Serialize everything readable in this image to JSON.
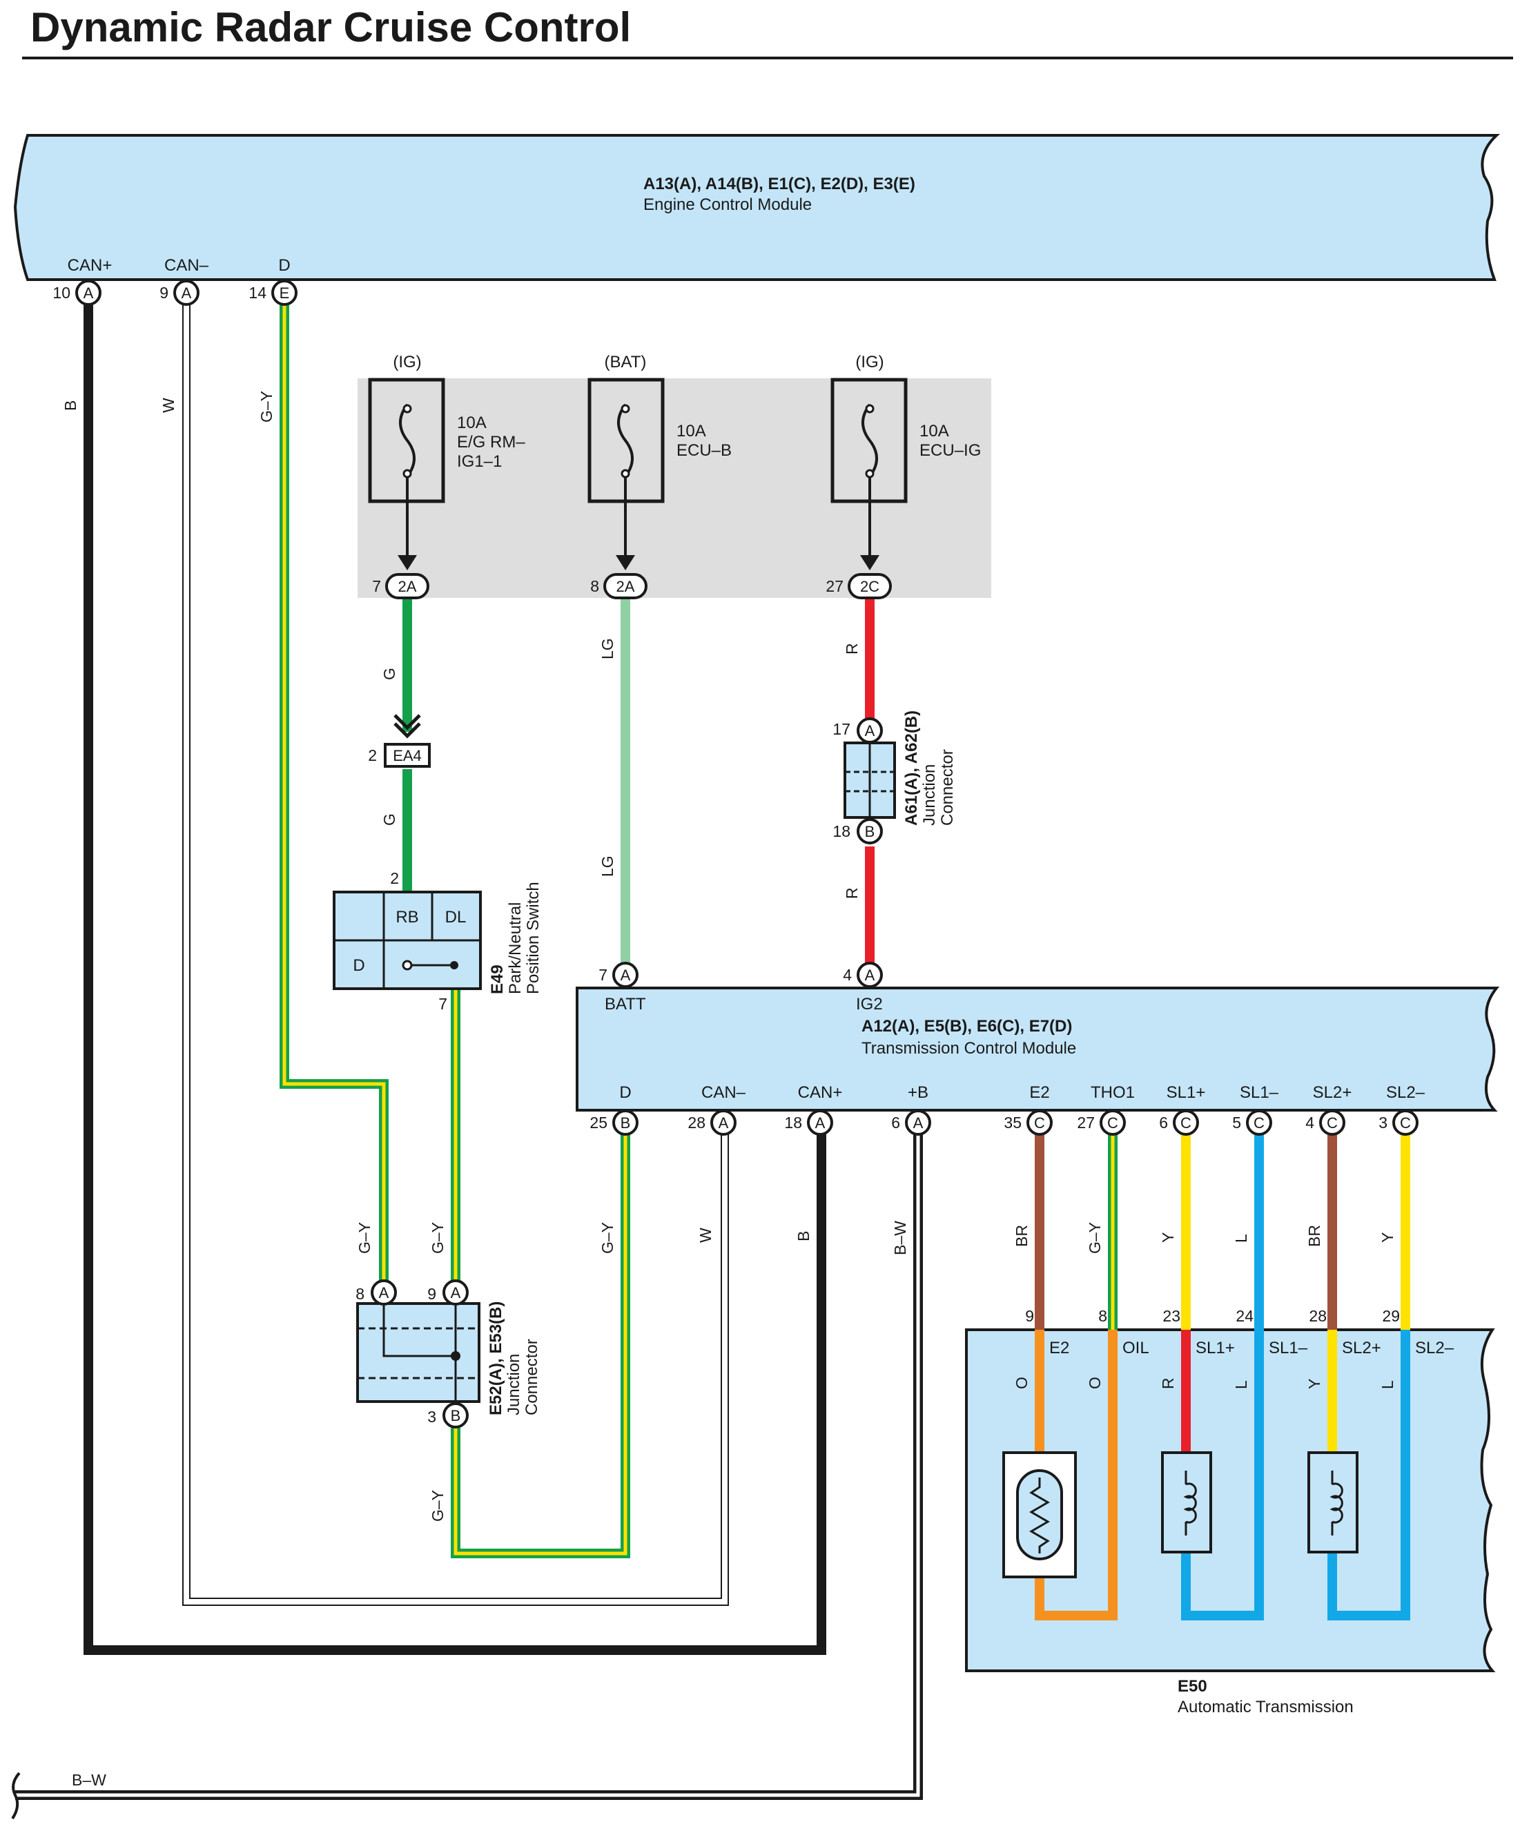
{
  "title": "Dynamic Radar Cruise Control",
  "modules": {
    "ecm": {
      "code": "A13(A), A14(B), E1(C), E2(D), E3(E)",
      "name": "Engine Control Module"
    },
    "tcm": {
      "code": "A12(A), E5(B), E6(C), E7(D)",
      "name": "Transmission Control Module"
    },
    "trans": {
      "code": "E50",
      "name": "Automatic Transmission"
    }
  },
  "ecm_pins": [
    {
      "signal": "CAN+",
      "num": "10",
      "conn": "A"
    },
    {
      "signal": "CAN–",
      "num": "9",
      "conn": "A"
    },
    {
      "signal": "D",
      "num": "14",
      "conn": "E"
    }
  ],
  "fuses": [
    {
      "supply": "(IG)",
      "rating": "10A",
      "name": [
        "E/G RM–",
        "IG1–1"
      ],
      "pin": "7",
      "conn": "2A"
    },
    {
      "supply": "(BAT)",
      "rating": "10A",
      "name": [
        "ECU–B"
      ],
      "pin": "8",
      "conn": "2A"
    },
    {
      "supply": "(IG)",
      "rating": "10A",
      "name": [
        "ECU–IG"
      ],
      "pin": "27",
      "conn": "2C"
    }
  ],
  "ea4": {
    "pin": "2",
    "code": "EA4"
  },
  "pnp_switch": {
    "code": "E49",
    "name": [
      "Park/Neutral",
      "Position Switch"
    ],
    "cells": [
      "RB",
      "DL",
      "D"
    ],
    "pin_top": "2",
    "pin_bottom": "7"
  },
  "jc_a61": {
    "code": "A61(A), A62(B)",
    "name": [
      "Junction",
      "Connector"
    ],
    "pin_a": "17",
    "conn_a": "A",
    "pin_b": "18",
    "conn_b": "B"
  },
  "jc_e52": {
    "code": "E52(A), E53(B)",
    "name": [
      "Junction",
      "Connector"
    ],
    "pins": [
      {
        "num": "8",
        "conn": "A"
      },
      {
        "num": "9",
        "conn": "A"
      },
      {
        "num": "3",
        "conn": "B"
      }
    ]
  },
  "tcm_top_pins": [
    {
      "signal": "BATT",
      "num": "7",
      "conn": "A"
    },
    {
      "signal": "IG2",
      "num": "4",
      "conn": "A"
    }
  ],
  "tcm_bottom_pins": [
    {
      "signal": "D",
      "num": "25",
      "conn": "B"
    },
    {
      "signal": "CAN–",
      "num": "28",
      "conn": "A"
    },
    {
      "signal": "CAN+",
      "num": "18",
      "conn": "A"
    },
    {
      "signal": "+B",
      "num": "6",
      "conn": "A"
    },
    {
      "signal": "E2",
      "num": "35",
      "conn": "C"
    },
    {
      "signal": "THO1",
      "num": "27",
      "conn": "C"
    },
    {
      "signal": "SL1+",
      "num": "6",
      "conn": "C"
    },
    {
      "signal": "SL1–",
      "num": "5",
      "conn": "C"
    },
    {
      "signal": "SL2+",
      "num": "4",
      "conn": "C"
    },
    {
      "signal": "SL2–",
      "num": "3",
      "conn": "C"
    }
  ],
  "trans_pins": [
    {
      "num": "9",
      "signal": "E2"
    },
    {
      "num": "8",
      "signal": "OIL"
    },
    {
      "num": "23",
      "signal": "SL1+"
    },
    {
      "num": "24",
      "signal": "SL1–"
    },
    {
      "num": "28",
      "signal": "SL2+"
    },
    {
      "num": "29",
      "signal": "SL2–"
    }
  ],
  "wire_labels": {
    "ecm_can_pos": "B",
    "ecm_can_neg": "W",
    "ecm_d": "G–Y",
    "fuse1_top": "G",
    "fuse1_mid": "G",
    "fuse2_top": "LG",
    "fuse2_mid": "LG",
    "fuse3_top": "R",
    "fuse3_mid": "R",
    "jc_in_left": "G–Y",
    "jc_in_right": "G–Y",
    "jc_out": "G–Y",
    "tcm_d": "G–Y",
    "tcm_can_neg": "W",
    "tcm_can_pos": "B",
    "tcm_plus_b": "B–W",
    "e2": "BR",
    "tho1": "G–Y",
    "sl1p": "Y",
    "sl1n": "L",
    "sl2p": "BR",
    "sl2n": "Y",
    "int_e2": "O",
    "int_oil": "O",
    "int_sl1p": "R",
    "int_sl1n": "L",
    "int_sl2p": "Y",
    "int_sl2n": "L",
    "bottom_bw": "B–W"
  },
  "colors": {
    "module_fill": "#c4e5f8",
    "fuse_box": "#dedede",
    "black": "#1a1a1a",
    "green": "#14a04a",
    "yellow": "#ffe200",
    "light_green": "#8fd0a5",
    "red": "#e8202a",
    "brown": "#a0523a",
    "blue": "#12a8e8",
    "orange": "#f5911e"
  }
}
